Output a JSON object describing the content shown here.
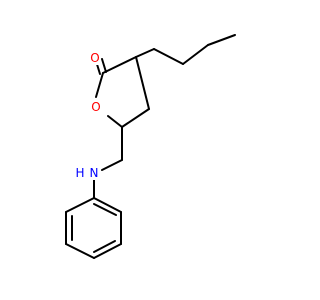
{
  "molecule": {
    "atom_labels": {
      "carbonyl_oxygen": "O",
      "ring_oxygen": "O",
      "amine_nitrogen": "N",
      "amine_hydrogen": "H"
    },
    "colors": {
      "bond": "#000000",
      "oxygen": "#ff0000",
      "nitrogen": "#0000ff"
    }
  }
}
